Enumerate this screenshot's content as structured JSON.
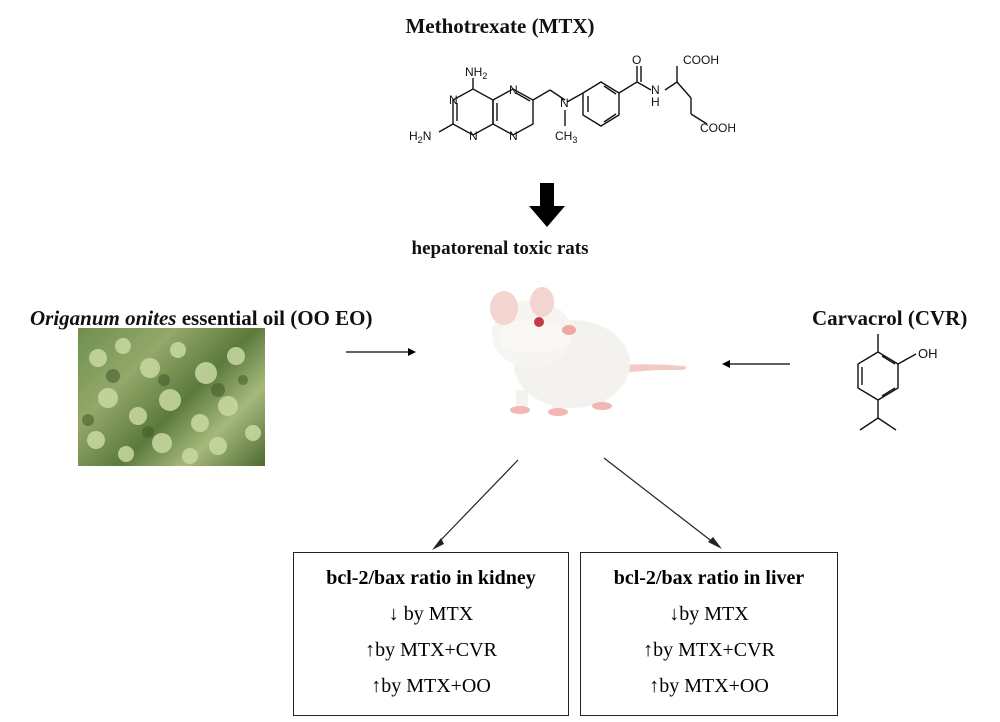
{
  "mtx": {
    "title": "Methotrexate (MTX)",
    "labels": {
      "nh2_top": "NH2",
      "nh2_left": "H2N",
      "n": "N",
      "nh": "N",
      "h": "H",
      "methyl": "CH3",
      "cooh1": "COOH",
      "cooh2": "COOH",
      "o": "O"
    }
  },
  "target": {
    "title": "hepatorenal toxic rats"
  },
  "oo": {
    "title_italic": "Origanum onites",
    "title_rest": " essential oil (OO EO)"
  },
  "cvr": {
    "title": "Carvacrol (CVR)",
    "oh_label": "OH"
  },
  "kidney_box": {
    "heading": "bcl-2/bax ratio in kidney",
    "lines": [
      "↓ by MTX",
      "↑by MTX+CVR",
      "↑by MTX+OO"
    ]
  },
  "liver_box": {
    "heading": "bcl-2/bax ratio in liver",
    "lines": [
      "↓by MTX",
      "↑by MTX+CVR",
      "↑by MTX+OO"
    ]
  }
}
